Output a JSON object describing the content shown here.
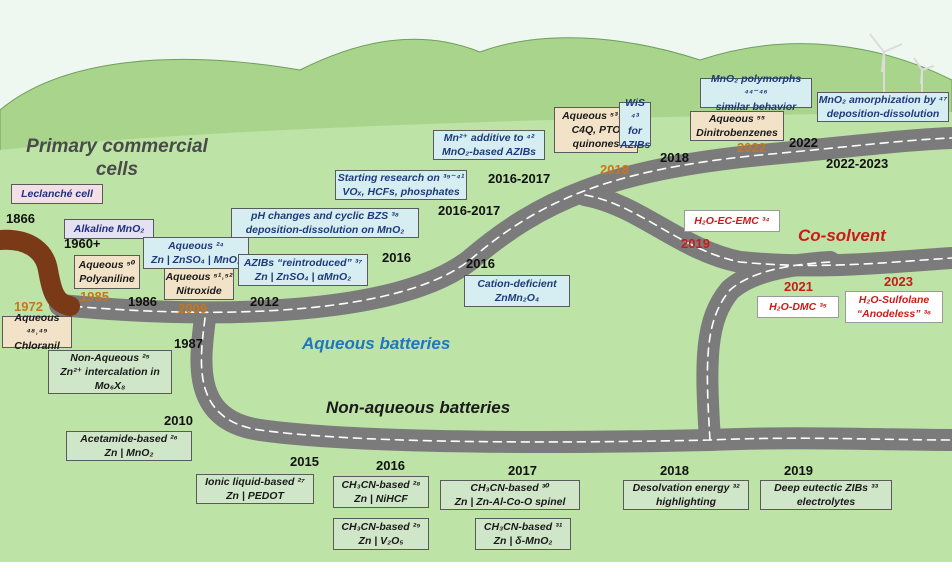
{
  "headers": {
    "primary": "Primary commercial cells",
    "aqueous": "Aqueous batteries",
    "nonaqueous": "Non-aqueous batteries",
    "cosolvent": "Co-solvent"
  },
  "colors": {
    "sky": "#e9f6ec",
    "hill": "#a9d48c",
    "ground": "#b9e0a2",
    "road": "#7d7d7d",
    "primary_road": "#7a3a17",
    "aqueous_header": "#2076c4",
    "cosolvent_header": "#c91b1b",
    "orange_year": "#c8761e"
  },
  "years": {
    "y1866": "1866",
    "y1960": "1960+",
    "y1972": "1972",
    "y1985": "1985",
    "y1986": "1986",
    "y1987": "1987",
    "y2009": "2009",
    "y2010": "2010",
    "y2012": "2012",
    "y2015": "2015",
    "y2016_a": "2016",
    "y2016_b": "2016",
    "y2016_c": "2016-2017",
    "y2016_d": "2016-2017",
    "y2016_e": "2016",
    "y2017": "2017",
    "y2018_a": "2018",
    "y2018_b": "2018",
    "y2018_c": "2018",
    "y2019_a": "2019",
    "y2019_b": "2019",
    "y2021": "2021",
    "y2022_a": "2022",
    "y2022_b": "2022",
    "y2022_c": "2022-2023",
    "y2023": "2023"
  },
  "boxes": {
    "leclanche": [
      "Leclanché cell"
    ],
    "alkaline": [
      "Alkaline MnO₂"
    ],
    "polyaniline": [
      "Aqueous ⁵⁰",
      "Polyaniline"
    ],
    "chloranil": [
      "Aqueous ⁴⁸˒⁴⁹",
      "Chloranil"
    ],
    "znso4": [
      "Aqueous ²⁴",
      "Zn | ZnSO₄ | MnO₂"
    ],
    "nitroxide": [
      "Aqueous ⁵¹˒⁵²",
      "Nitroxide"
    ],
    "ph_changes": [
      "pH changes and cyclic BZS ³⁸",
      "deposition-dissolution on MnO₂"
    ],
    "reintroduced": [
      "AZIBs “reintroduced” ³⁷",
      "Zn | ZnSO₄ | αMnO₂"
    ],
    "starting": [
      "Starting research on ³⁹⁻⁴¹",
      "VOₓ, HCFs, phosphates"
    ],
    "mn_additive": [
      "Mn²⁺ additive to ⁴²",
      "MnO₂-based AZIBs"
    ],
    "c4q": [
      "Aqueous ⁵³˒⁵⁴",
      "C4Q, PTO",
      "quinones"
    ],
    "wis": [
      "WiS ⁴³",
      "for",
      "AZIBs"
    ],
    "polymorphs": [
      "MnO₂ polymorphs ⁴⁴⁻⁴⁶",
      "similar behavior"
    ],
    "dinitro": [
      "Aqueous ⁵⁵",
      "Dinitrobenzenes"
    ],
    "amorph": [
      "MnO₂ amorphization by ⁴⁷",
      "deposition-dissolution"
    ],
    "cation": [
      "Cation-deficient",
      "ZnMn₂O₄"
    ],
    "h2o_ec": [
      "H₂O-EC-EMC ³⁴"
    ],
    "h2o_dmc": [
      "H₂O-DMC ³⁵"
    ],
    "sulfolane": [
      "H₂O-Sulfolane",
      "“Anodeless” ³⁶"
    ],
    "nonaq": [
      "Non-Aqueous ²⁵",
      "Zn²⁺ intercalation in",
      "Mo₆X₈"
    ],
    "acetamide": [
      "Acetamide-based ²⁶",
      "Zn | MnO₂"
    ],
    "ionic": [
      "Ionic liquid-based ²⁷",
      "Zn | PEDOT"
    ],
    "nihcf": [
      "CH₃CN-based ²⁸",
      "Zn | NiHCF"
    ],
    "v2o5": [
      "CH₃CN-based ²⁹",
      "Zn | V₂O₅"
    ],
    "spinel": [
      "CH₃CN-based ³⁰",
      "Zn | Zn-Al-Co-O spinel"
    ],
    "dmno2": [
      "CH₃CN-based ³¹",
      "Zn | δ-MnO₂"
    ],
    "desolv": [
      "Desolvation energy ³²",
      "highlighting"
    ],
    "eutectic": [
      "Deep eutectic ZIBs ³³",
      "electrolytes"
    ]
  }
}
